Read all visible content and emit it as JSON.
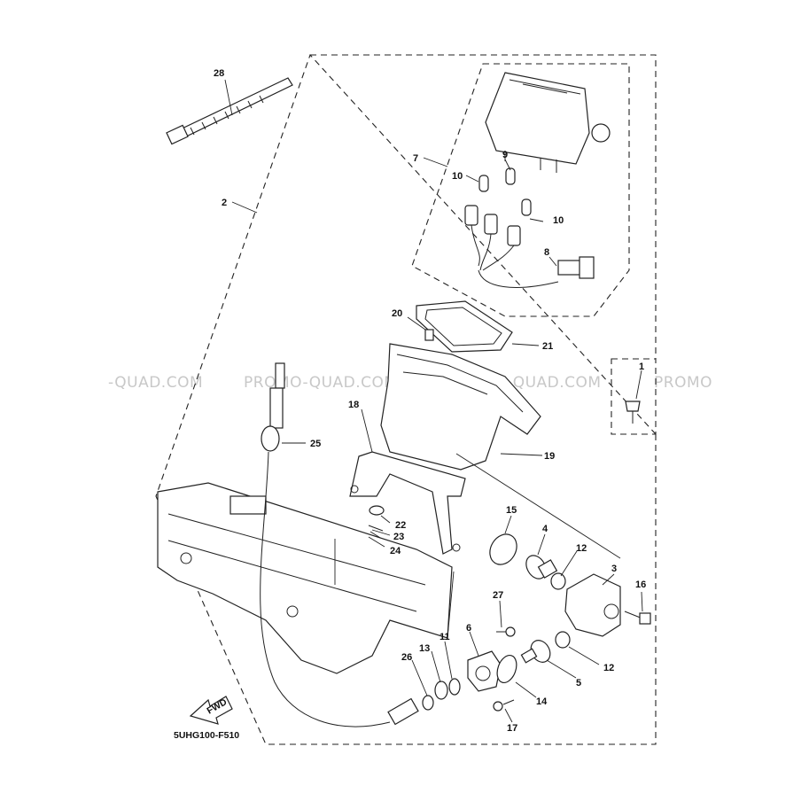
{
  "diagram_code": "5UHG100-F510",
  "watermark": {
    "segments": [
      "-QUAD.COM",
      "PROMO-QUAD.COM",
      "PROMO-QUAD.COM",
      "PROMO"
    ]
  },
  "fwd_label": "FWD",
  "callouts": [
    {
      "id": "28",
      "label": "28"
    },
    {
      "id": "2",
      "label": "2"
    },
    {
      "id": "7",
      "label": "7"
    },
    {
      "id": "9",
      "label": "9"
    },
    {
      "id": "10a",
      "label": "10"
    },
    {
      "id": "10b",
      "label": "10"
    },
    {
      "id": "8",
      "label": "8"
    },
    {
      "id": "20",
      "label": "20"
    },
    {
      "id": "21",
      "label": "21"
    },
    {
      "id": "1",
      "label": "1"
    },
    {
      "id": "18",
      "label": "18"
    },
    {
      "id": "19",
      "label": "19"
    },
    {
      "id": "25",
      "label": "25"
    },
    {
      "id": "22",
      "label": "22"
    },
    {
      "id": "23",
      "label": "23"
    },
    {
      "id": "24",
      "label": "24"
    },
    {
      "id": "15",
      "label": "15"
    },
    {
      "id": "4",
      "label": "4"
    },
    {
      "id": "12a",
      "label": "12"
    },
    {
      "id": "3",
      "label": "3"
    },
    {
      "id": "16",
      "label": "16"
    },
    {
      "id": "27",
      "label": "27"
    },
    {
      "id": "6",
      "label": "6"
    },
    {
      "id": "11",
      "label": "11"
    },
    {
      "id": "13",
      "label": "13"
    },
    {
      "id": "26",
      "label": "26"
    },
    {
      "id": "12b",
      "label": "12"
    },
    {
      "id": "5",
      "label": "5"
    },
    {
      "id": "14",
      "label": "14"
    },
    {
      "id": "17",
      "label": "17"
    }
  ]
}
